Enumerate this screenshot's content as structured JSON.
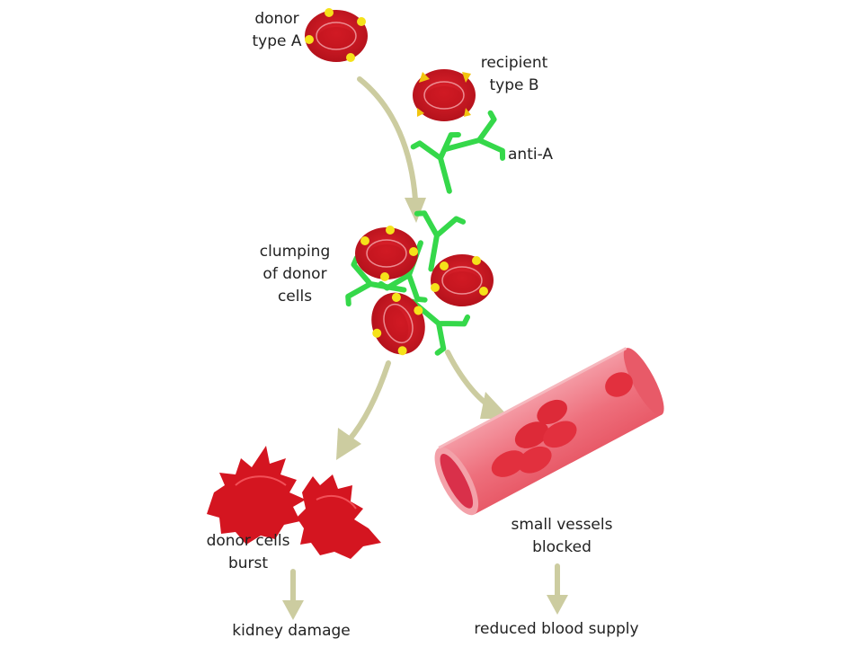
{
  "labels": {
    "donor": [
      "donor",
      "type A"
    ],
    "recipient": [
      "recipient",
      "type B"
    ],
    "antibody": "anti-A",
    "clumping": [
      "clumping",
      "of donor",
      "cells"
    ],
    "burst": [
      "donor cells",
      "burst"
    ],
    "blocked": [
      "small vessels",
      "blocked"
    ],
    "kidney": "kidney damage",
    "supply": "reduced blood supply"
  },
  "colors": {
    "cell": "#d41520",
    "cell_dark": "#a80e16",
    "antigen_a": "#f5e21a",
    "antigen_b": "#f2c40f",
    "antibody": "#35d84a",
    "arrow": "#cccca0",
    "vessel": "#f07a86"
  },
  "icons": {
    "donor_cell": "red-blood-cell-antigen-a",
    "recipient_cell": "red-blood-cell-antigen-b",
    "antibody": "y-shaped-antibody",
    "burst": "burst-cell",
    "vessel": "blood-vessel"
  }
}
